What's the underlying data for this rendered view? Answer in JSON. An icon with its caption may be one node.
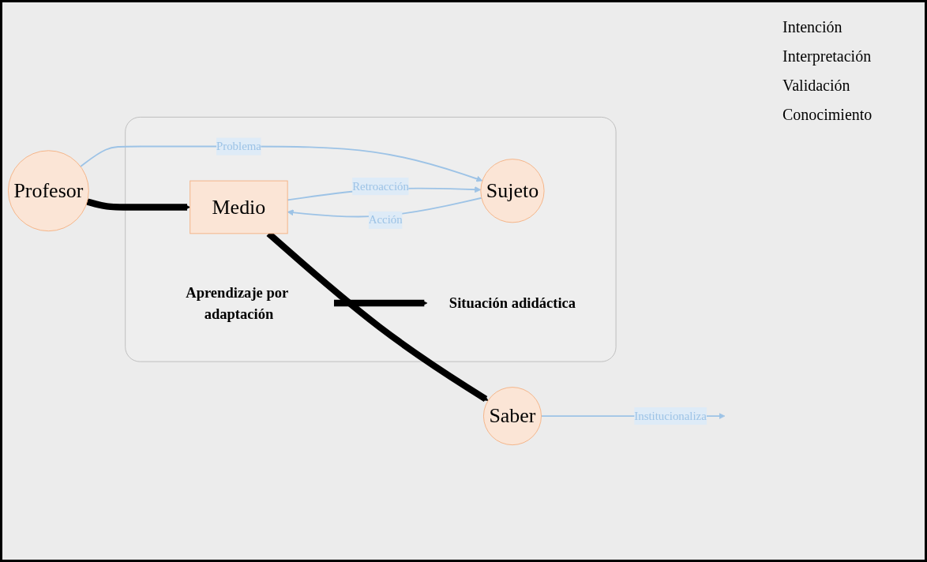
{
  "diagram": {
    "nodes": [
      {
        "text": [],
        "shape": "box"
      },
      {
        "text": [
          "Profesor"
        ]
      },
      {
        "text": [
          "Aprendizaje por adaptación"
        ],
        "in": 0
      },
      {
        "text": [
          "Medio"
        ],
        "in": 0
      },
      {
        "text": [
          "Sujeto"
        ],
        "in": 0
      },
      {
        "text": [
          "Situación adidáctica"
        ],
        "in": 0
      },
      {
        "text": [
          "Saber"
        ]
      }
    ],
    "edges": [
      {
        "from": 1,
        "to": 3,
        "arrow": "to",
        "style": "thick",
        "color": "#000000"
      },
      {
        "from": 2,
        "to": 5,
        "arrow": "to",
        "style": "thick",
        "color": "#000000"
      },
      {
        "from": 1,
        "to": 4,
        "arrow": "to",
        "label": "Problema"
      },
      {
        "from": 4,
        "to": 3,
        "arrow": "to",
        "label": "Acción"
      },
      {
        "from": 3,
        "to": 4,
        "arrow": "to",
        "label": "Retroacción"
      },
      {
        "from": 6,
        "to": null,
        "arrow": "to",
        "label": "Institucionaliza"
      },
      {
        "from": 3,
        "to": 6,
        "arrow": "to",
        "style": "thick",
        "color": "#000000"
      }
    ],
    "labels": [
      "Intención",
      "Interpretación",
      "Validación",
      "Conocimiento"
    ]
  }
}
